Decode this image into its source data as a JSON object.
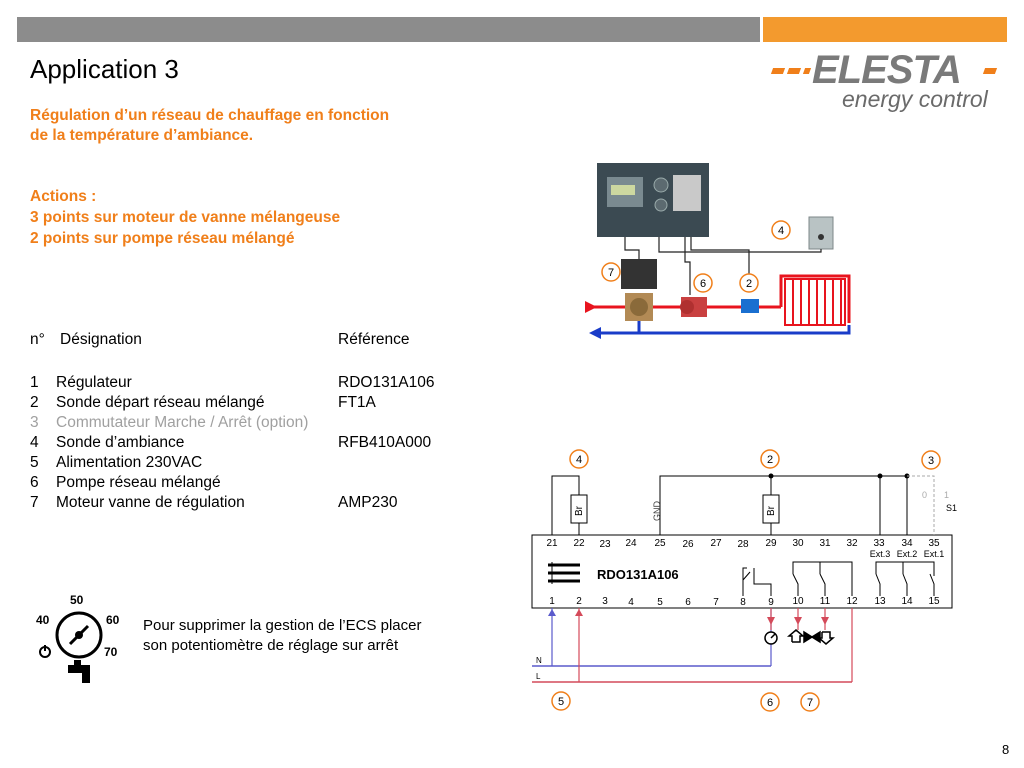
{
  "header": {
    "title": "Application 3",
    "subtitle_line1": "Régulation d’un réseau de chauffage en fonction",
    "subtitle_line2": "de la température d’ambiance.",
    "actions_heading": "Actions :",
    "action_1": "3 points sur moteur de vanne mélangeuse",
    "action_2": "2 points sur pompe réseau mélangé"
  },
  "logo": {
    "brand": "ELESTA",
    "tagline": "energy control"
  },
  "table": {
    "col_n": "n°",
    "col_designation": "Désignation",
    "col_reference": "Référence",
    "rows": [
      {
        "n": "1",
        "designation": "Régulateur",
        "reference": "RDO131A106"
      },
      {
        "n": "2",
        "designation": "Sonde départ réseau mélangé",
        "reference": "FT1A"
      },
      {
        "n": "3",
        "designation": "Commutateur Marche / Arrêt (option)",
        "reference": ""
      },
      {
        "n": "4",
        "designation": "Sonde d’ambiance",
        "reference": "RFB410A000"
      },
      {
        "n": "5",
        "designation": "Alimentation 230VAC",
        "reference": ""
      },
      {
        "n": "6",
        "designation": "Pompe réseau mélangé",
        "reference": ""
      },
      {
        "n": "7",
        "designation": "Moteur vanne de régulation",
        "reference": "AMP230"
      }
    ]
  },
  "note": {
    "line1": "Pour supprimer la gestion de l’ECS placer",
    "line2": "son potentiomètre de réglage sur arrêt"
  },
  "dial": {
    "t50": "50",
    "t40": "40",
    "t60": "60",
    "t70": "70"
  },
  "hydraulic": {
    "callouts": [
      "4",
      "7",
      "6",
      "2"
    ]
  },
  "wiring": {
    "device": "RDO131A106",
    "top_terminals": [
      "21",
      "22",
      "23",
      "24",
      "25",
      "26",
      "27",
      "28",
      "29",
      "30",
      "31",
      "32",
      "33",
      "34",
      "35"
    ],
    "bottom_terminals": [
      "1",
      "2",
      "3",
      "4",
      "5",
      "6",
      "7",
      "8",
      "9",
      "10",
      "11",
      "12",
      "13",
      "14",
      "15"
    ],
    "ext_labels": [
      "Ext.3",
      "Ext.2",
      "Ext.1"
    ],
    "sensor_br_1": "Br",
    "sensor_br_2": "Br",
    "gnd": "GND",
    "switch_label": "S1",
    "switch_0": "0",
    "switch_1": "1",
    "line_n": "N",
    "line_l": "L",
    "callouts_top": [
      "4",
      "2",
      "3"
    ],
    "callouts_bottom": [
      "5",
      "6",
      "7"
    ]
  },
  "page_number": "8"
}
